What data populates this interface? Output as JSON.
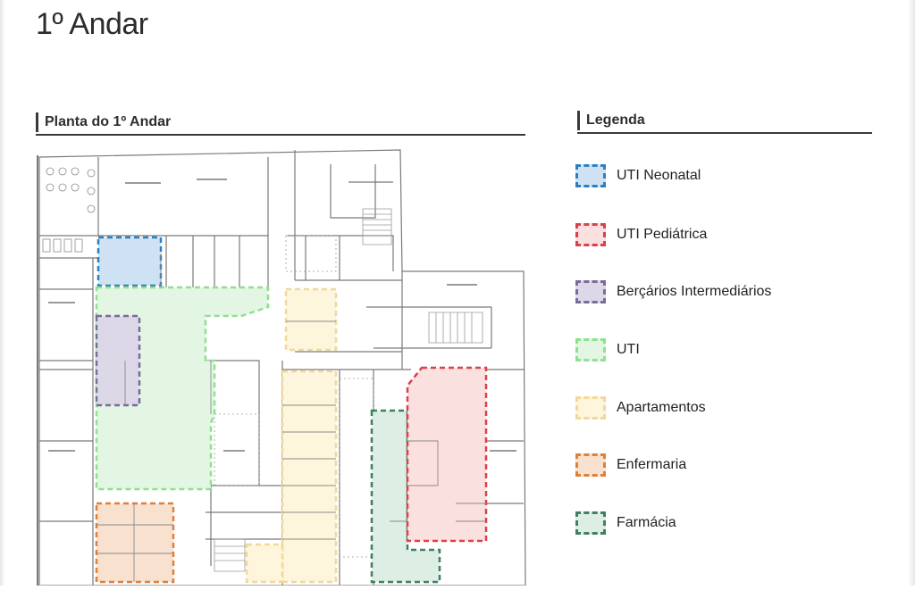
{
  "page": {
    "title": "1º Andar"
  },
  "plan_section": {
    "heading": "Planta do 1º Andar"
  },
  "legend_section": {
    "heading": "Legenda",
    "items": [
      {
        "label": "UTI Neonatal",
        "color": "#2e7fc2",
        "fill": "#cfe2f3"
      },
      {
        "label": "UTI Pediátrica",
        "color": "#d9414a",
        "fill": "#fbe0e0"
      },
      {
        "label": "Berçários Intermediários",
        "color": "#7b6a9c",
        "fill": "#ddd8e8"
      },
      {
        "label": "UTI",
        "color": "#8fe08f",
        "fill": "#e3f6e3"
      },
      {
        "label": "Apartamentos",
        "color": "#f2d89a",
        "fill": "#fdf5dc"
      },
      {
        "label": "Enfermaria",
        "color": "#e07f3a",
        "fill": "#f9e1cf"
      },
      {
        "label": "Farmácia",
        "color": "#3f7f62",
        "fill": "#ddeee5"
      }
    ]
  }
}
